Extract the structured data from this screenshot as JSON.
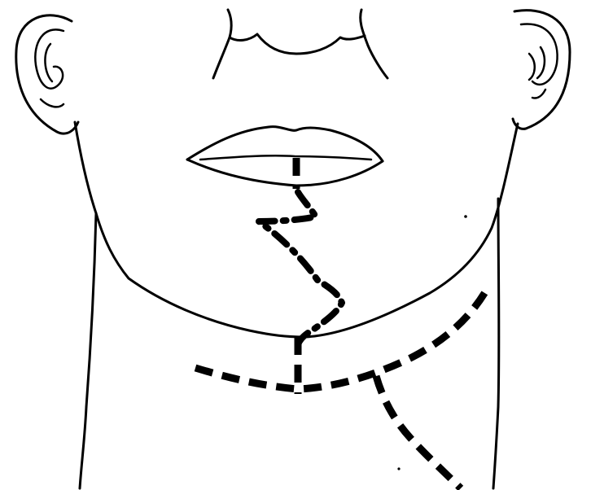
{
  "figure": {
    "stroke_color": "#000000",
    "background_color": "#ffffff",
    "parts": [
      "left-ear",
      "right-ear",
      "nose-base",
      "lips",
      "face-contour",
      "neck-lines",
      "lip-chin-incision",
      "submandibular-incision",
      "neck-extension-incision"
    ]
  }
}
